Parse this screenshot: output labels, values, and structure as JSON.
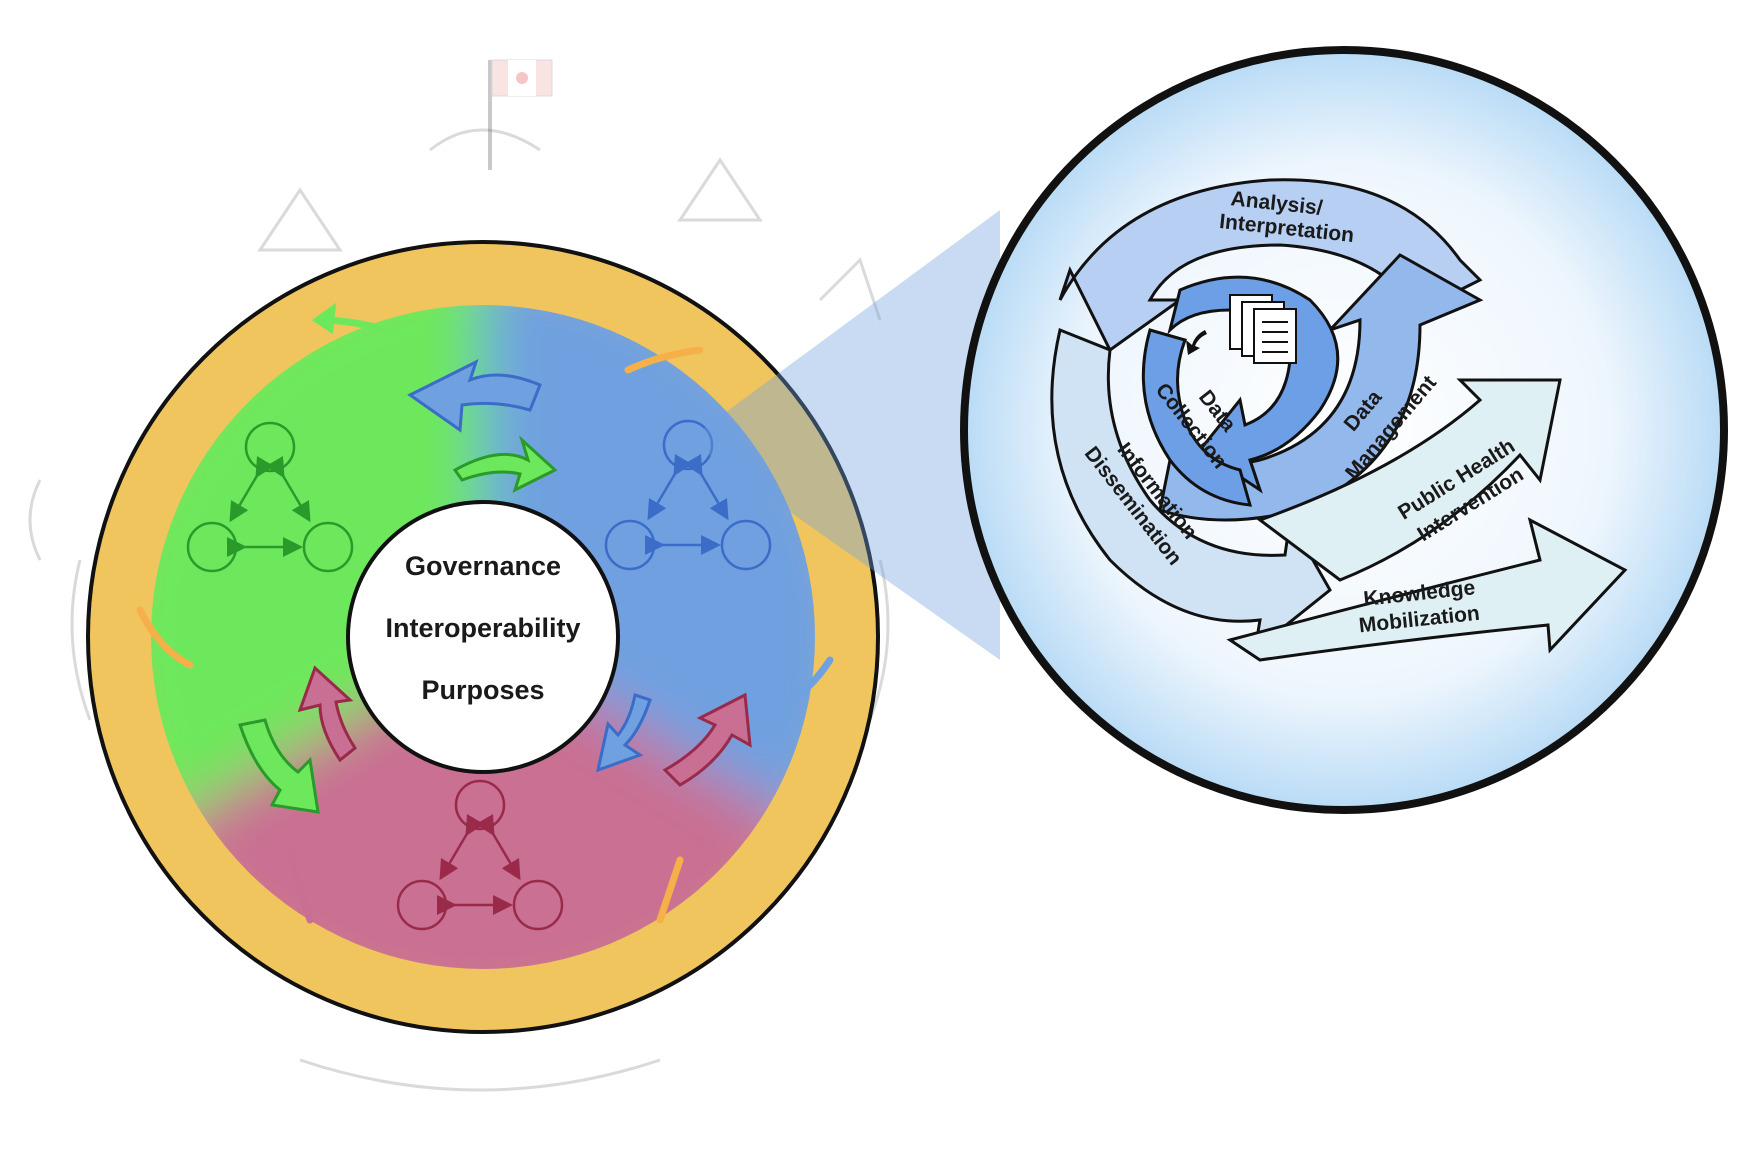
{
  "center": {
    "governance": "Governance",
    "interoperability": "Interoperability",
    "purposes": "Purposes"
  },
  "cycle": {
    "analysis_line1": "Analysis/",
    "analysis_line2": "Interpretation",
    "data_management_line1": "Data",
    "data_management_line2": "Management",
    "data_collection_line1": "Data",
    "data_collection_line2": "Collection",
    "information_line1": "Information",
    "information_line2": "Dissemination",
    "public_health_line1": "Public Health",
    "public_health_line2": "Intervention",
    "knowledge_line1": "Knowledge",
    "knowledge_line2": "Mobilization"
  },
  "colors": {
    "ring": "#f0c55e",
    "green": "#6de85c",
    "blue": "#6fa0e0",
    "pink": "#c96f93",
    "green_line": "#2a9a2a",
    "blue_line": "#3a6cc8",
    "pink_line": "#9a2a4a",
    "lens_outline": "#111111"
  },
  "icons": {
    "documents": "documents-icon",
    "node_triangles": "network-triangle-icon",
    "flag": "canadian-flag-icon"
  }
}
